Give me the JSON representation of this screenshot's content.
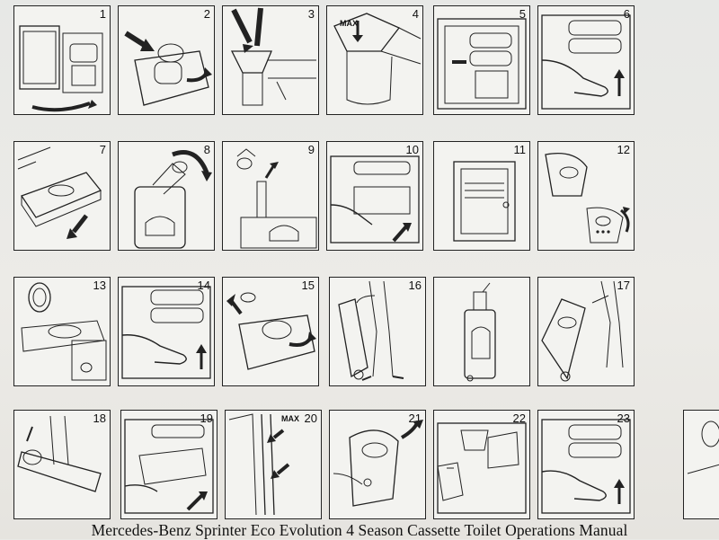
{
  "caption": "Mercedes-Benz Sprinter Eco Evolution 4 Season Cassette Toilet Operations Manual",
  "panels": [
    {
      "num": "1",
      "icon": "open-door-icon"
    },
    {
      "num": "2",
      "icon": "unscrew-cap-icon"
    },
    {
      "num": "3",
      "icon": "fill-funnel-icon"
    },
    {
      "num": "4",
      "icon": "max-fill-icon",
      "label": "MAX"
    },
    {
      "num": "5",
      "icon": "cassette-in-bay-icon"
    },
    {
      "num": "6",
      "icon": "lift-clip-icon"
    },
    {
      "num": "7",
      "icon": "pull-cassette-icon"
    },
    {
      "num": "8",
      "icon": "rotate-spout-icon"
    },
    {
      "num": "9",
      "icon": "remove-cap-icon"
    },
    {
      "num": "10",
      "icon": "insert-cassette-icon"
    },
    {
      "num": "11",
      "icon": "close-door-icon"
    },
    {
      "num": "12",
      "icon": "control-panel-icon"
    },
    {
      "num": "13",
      "icon": "toilet-bowl-icon"
    },
    {
      "num": "14",
      "icon": "hand-lever-icon"
    },
    {
      "num": "15",
      "icon": "cap-rotate-icon"
    },
    {
      "num": "16",
      "icon": "wheel-cassette-icon"
    },
    {
      "num": "17",
      "icon": "upright-cassette-icon"
    },
    {
      "num": "18",
      "icon": "tilt-cassette-icon"
    },
    {
      "num": "19",
      "icon": "empty-cassette-icon"
    },
    {
      "num": "20",
      "icon": "max-level-icon",
      "label": "MAX"
    },
    {
      "num": "21",
      "icon": "flush-button-icon"
    },
    {
      "num": "22",
      "icon": "pour-water-icon"
    },
    {
      "num": "23",
      "icon": "lift-lever-icon"
    }
  ]
}
